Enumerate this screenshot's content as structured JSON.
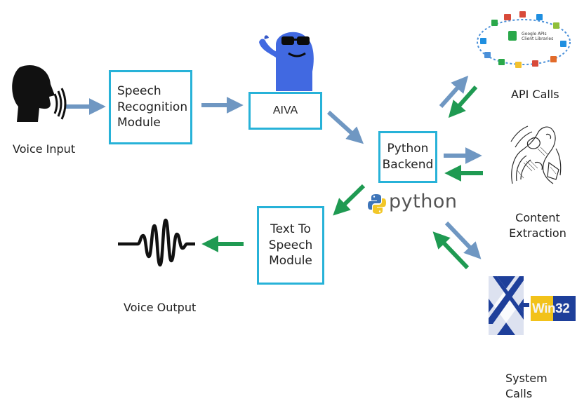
{
  "nodes": {
    "speech_recognition": "Speech\nRecognition\nModule",
    "aiva": "AIVA",
    "python_backend": "Python\nBackend",
    "text_to_speech": "Text To\nSpeech\nModule"
  },
  "labels": {
    "voice_input": "Voice Input",
    "voice_output": "Voice Output",
    "api_calls": "API Calls",
    "content_extraction": "Content\nExtraction",
    "system_calls": "System Calls",
    "python_logo_text": "python",
    "google_apis_text": "Google APIs\nClient Libraries",
    "xwin_text": "Win32"
  },
  "colors": {
    "box_border": "#27b2d8",
    "arrow_blue": "#6f97c2",
    "arrow_green": "#1f9a52",
    "mascot": "#4169e1"
  },
  "icons": {
    "voice_input": "speaking-head-icon",
    "voice_output": "waveform-icon",
    "aiva": "blue-mascot-icon",
    "python": "python-logo-icon",
    "api": "google-apis-ring-icon",
    "content": "engraving-illustration-icon",
    "system": "xwin32-logo-icon"
  }
}
